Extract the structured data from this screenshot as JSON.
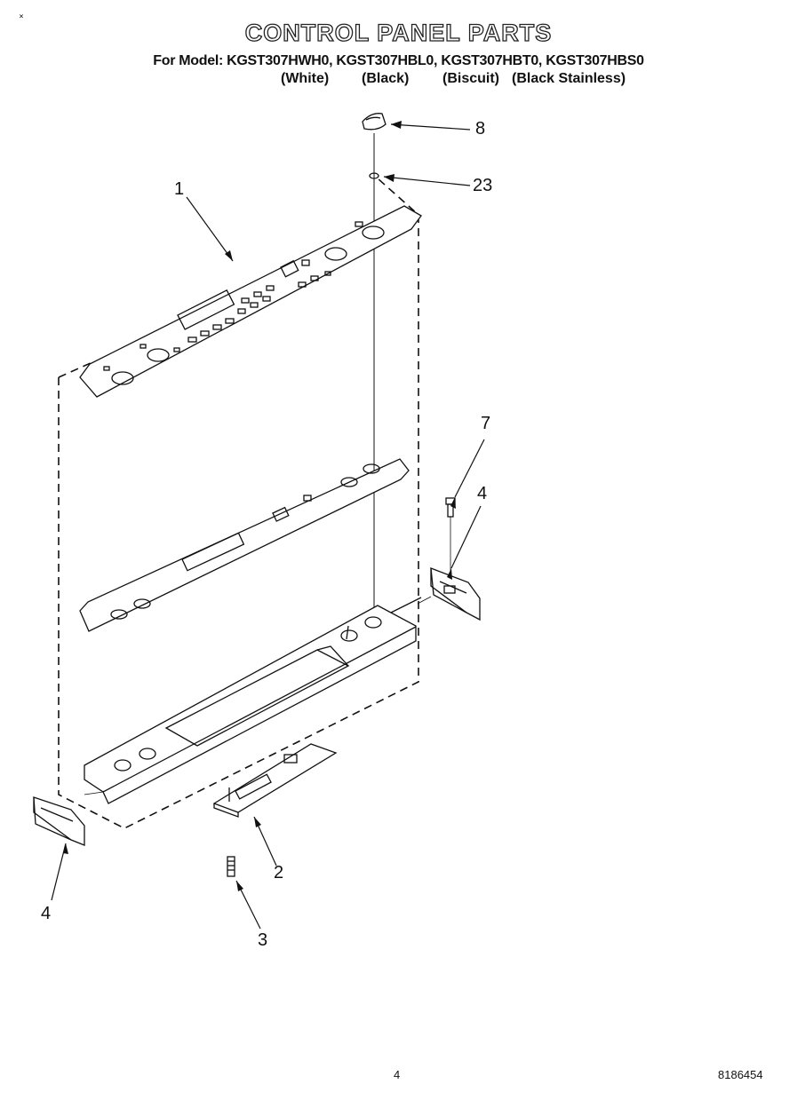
{
  "header": {
    "title": "CONTROL PANEL PARTS",
    "models_line": "For Model: KGST307HWH0, KGST307HBL0, KGST307HBT0, KGST307HBS0",
    "finishes": [
      "(White)",
      "(Black)",
      "(Biscuit)",
      "(Black Stainless)"
    ],
    "corner_mark": "˟"
  },
  "callouts": {
    "part_8": "8",
    "part_23": "23",
    "part_1": "1",
    "part_7": "7",
    "part_4_right": "4",
    "part_4_left": "4",
    "part_2": "2",
    "part_3": "3"
  },
  "footer": {
    "page_number": "4",
    "document_number": "8186454"
  }
}
